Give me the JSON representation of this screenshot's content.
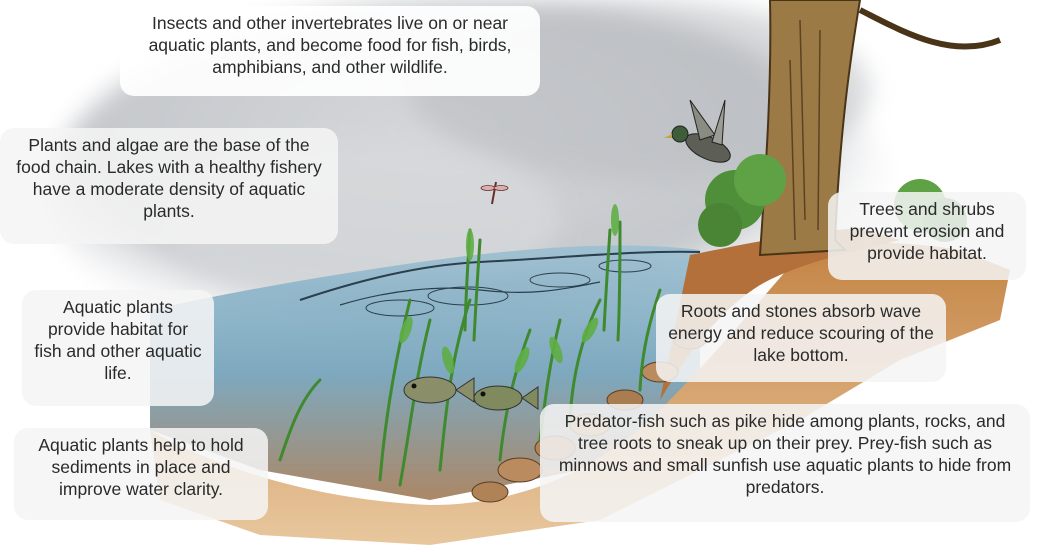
{
  "labels": {
    "insects": "Insects and other invertebrates live on or near aquatic plants, and become food for fish, birds, amphibians, and other wildlife.",
    "base": "Plants and algae are the base of the food chain. Lakes with a healthy fishery have a moderate density of aquatic plants.",
    "habitat_fish": "Aquatic plants provide habitat for fish and other aquatic life.",
    "sediment": "Aquatic plants help to hold sediments in place and improve water clarity.",
    "trees": "Trees and shrubs prevent erosion and provide habitat.",
    "roots": "Roots and stones absorb wave energy and reduce scouring of the lake bottom.",
    "predator": "Predator-fish such as pike hide among plants, rocks, and tree roots to sneak up on their prey. Prey-fish such as minnows and small sunfish use aquatic plants to hide from predators."
  },
  "colors": {
    "sky": "#c9ccd0",
    "water": "#7fa8bd",
    "soil": "#b8773a",
    "plant": "#4e9a3a",
    "trunk": "#8a6a3a"
  },
  "icons": [
    "duck-icon",
    "dragonfly-icon",
    "fish-icon"
  ]
}
